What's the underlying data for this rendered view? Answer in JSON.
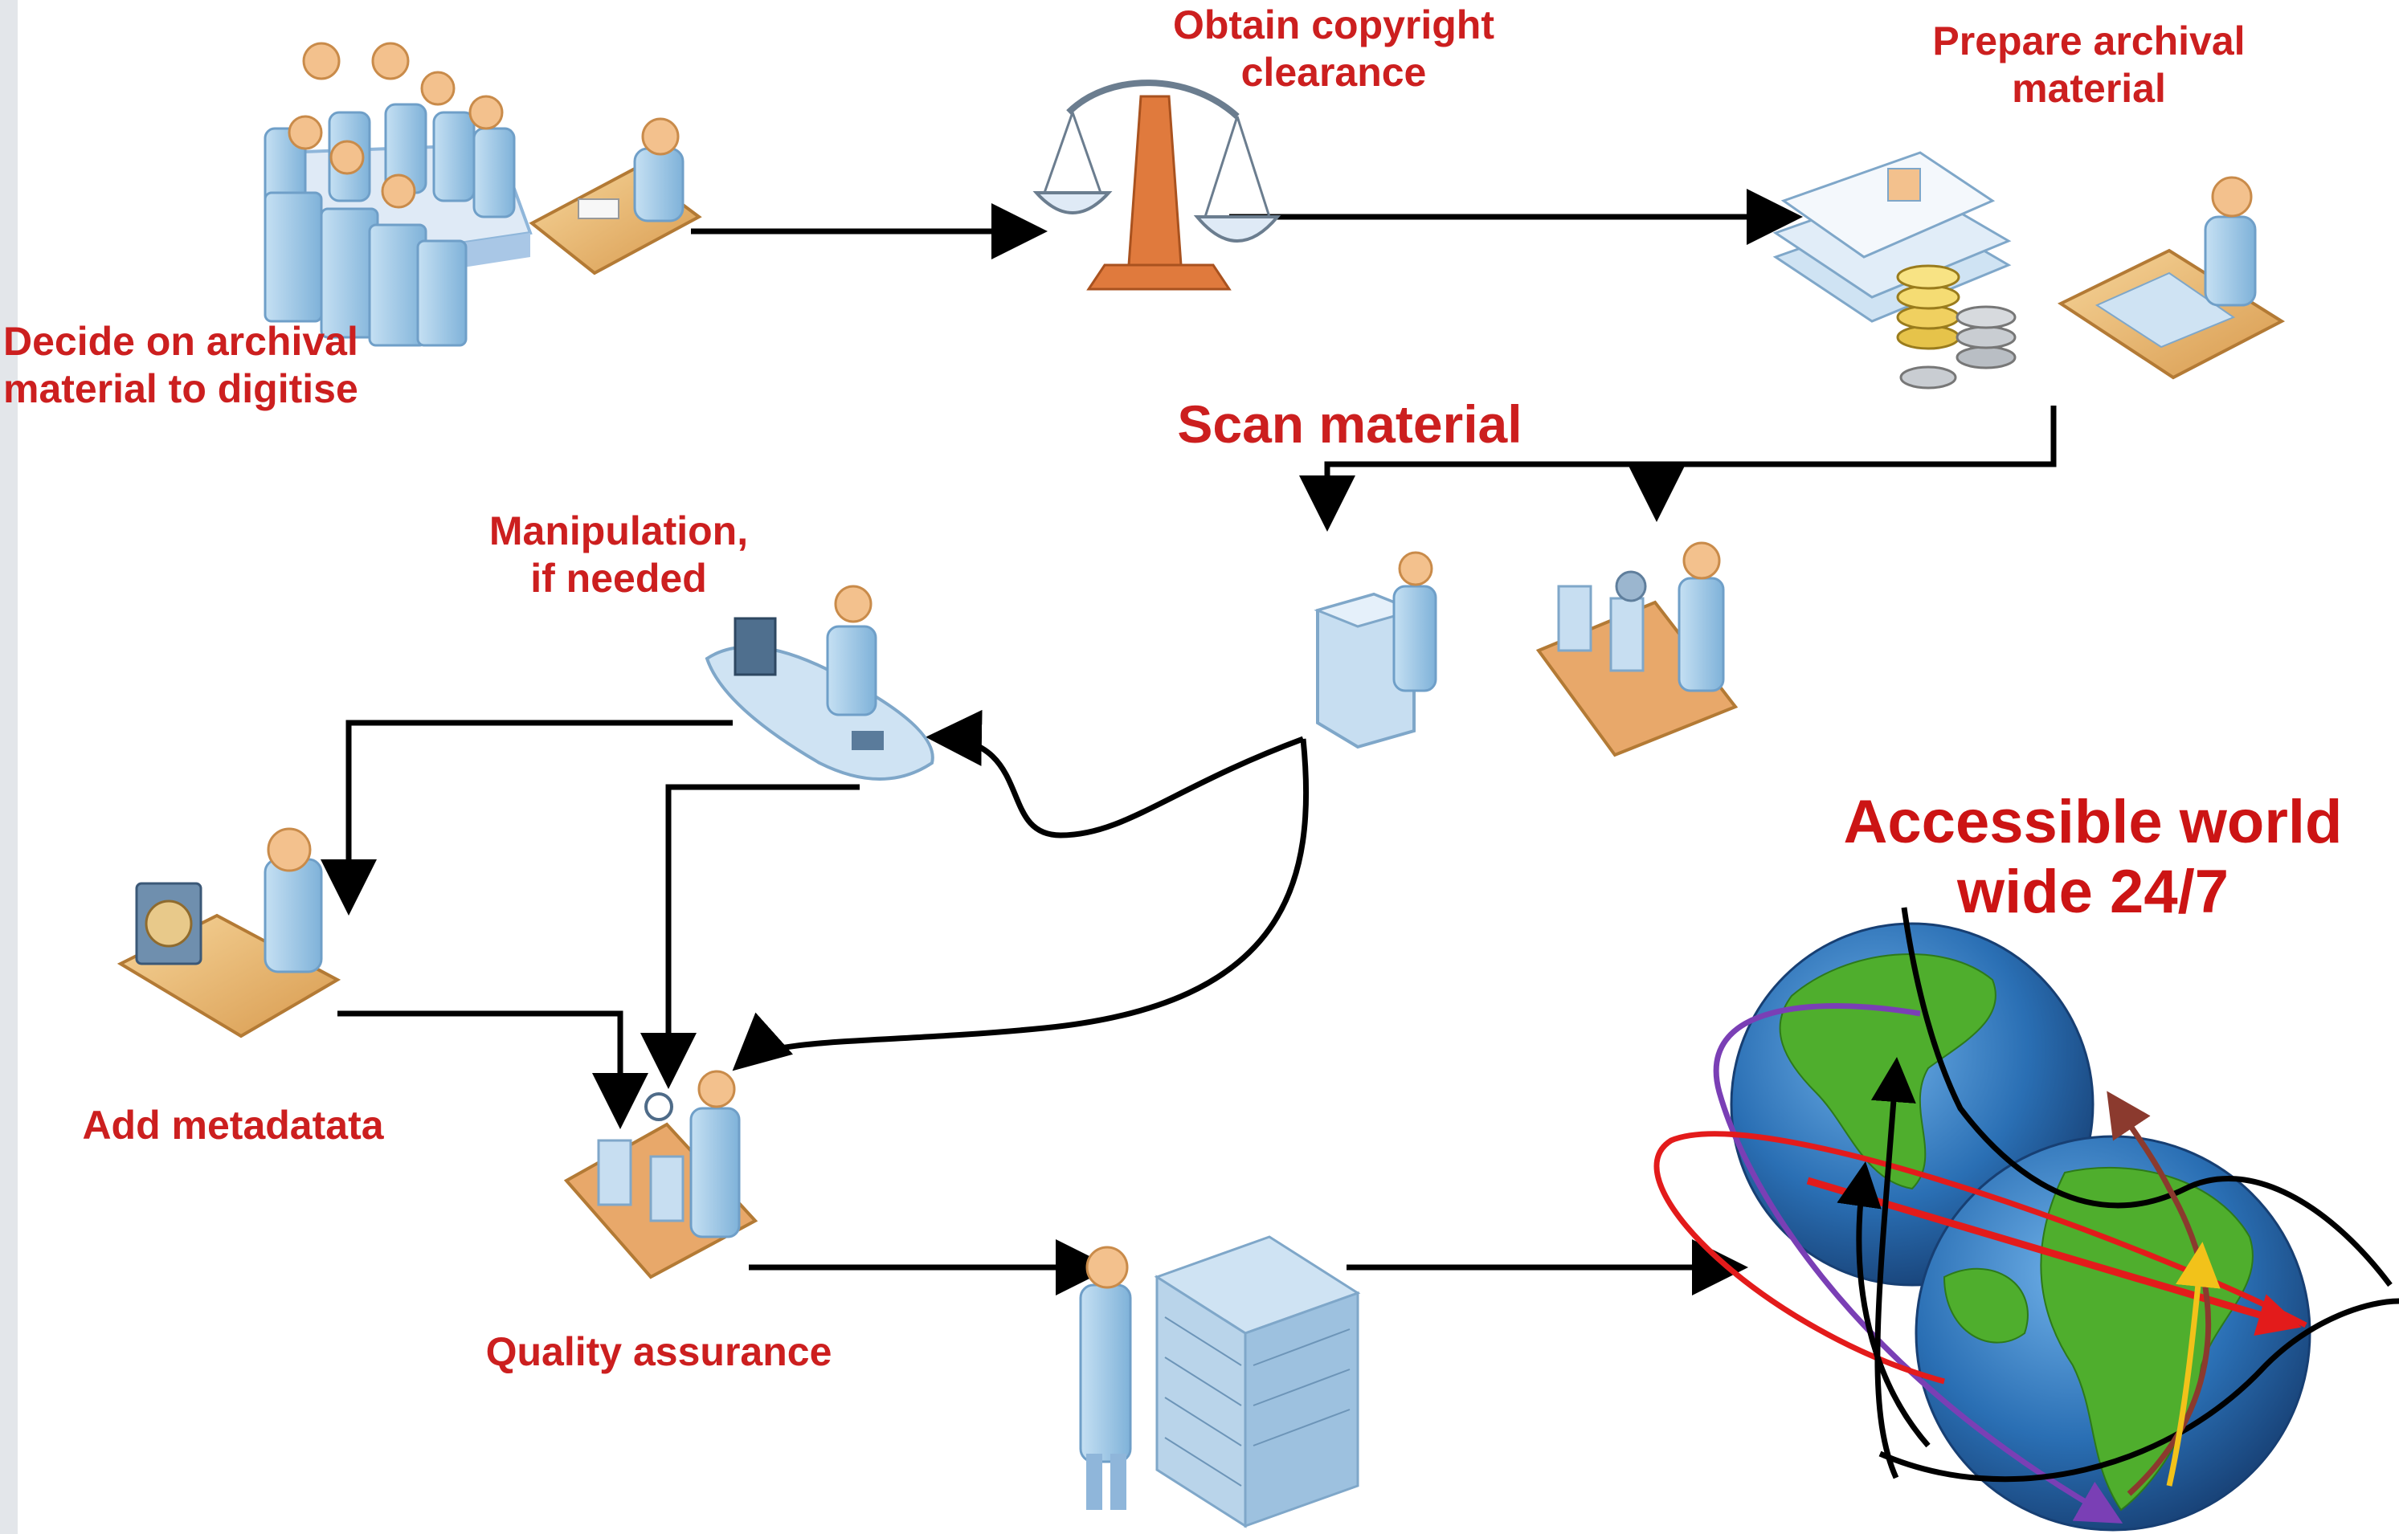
{
  "steps": {
    "decide": "Decide on archival\nmaterial to digitise",
    "copyright": "Obtain copyright\nclearance",
    "prepare": "Prepare archival\nmaterial",
    "scan": "Scan material",
    "manipulation": "Manipulation,\nif needed",
    "metadata": "Add metadatata",
    "quality": "Quality assurance",
    "access": "Accessible world\nwide 24/7"
  },
  "icons": {
    "decide": [
      "meeting-table-icon",
      "desk-worker-icon"
    ],
    "copyright": "scales-of-justice-icon",
    "prepare": [
      "documents-coins-icon",
      "desk-worker-icon"
    ],
    "scan": [
      "scanner-operator-icon",
      "conveyor-machine-icon"
    ],
    "manipulation": "computer-desk-icon",
    "metadata": "workstation-icon",
    "quality": "inspection-conveyor-icon",
    "storage": "server-rack-operator-icon",
    "access": "globes-icon"
  },
  "colors": {
    "label": "#cc1f1f",
    "arrow": "#000000",
    "figure": "#9cc6e6",
    "desk": "#e8b06a",
    "globe_ocean": "#2a6fb4",
    "globe_land": "#4fae2d",
    "route_red": "#e31b1b",
    "route_purple": "#7a3fb5",
    "route_brown": "#8b3a2e",
    "route_yellow": "#f2c21a"
  }
}
